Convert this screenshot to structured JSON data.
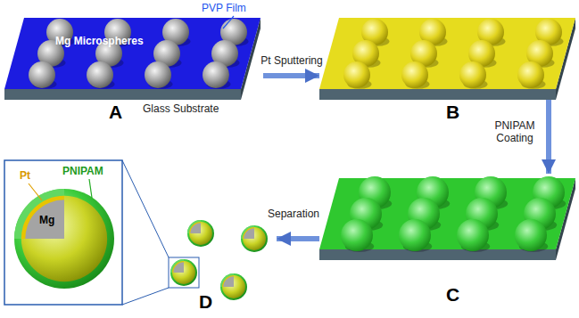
{
  "diagram": {
    "nodes": [
      {
        "text": [
          "A"
        ]
      },
      {
        "text": [
          "B"
        ]
      },
      {
        "text": [
          "C"
        ]
      },
      {
        "text": [
          "D"
        ]
      }
    ],
    "edges": [
      {
        "from": 0,
        "to": 1,
        "arrow": "to",
        "label": "Pt Sputtering"
      },
      {
        "from": 1,
        "to": 2,
        "arrow": "to",
        "label": "PNIPAM Coating"
      },
      {
        "from": 2,
        "to": 3,
        "arrow": "to",
        "label": "Separation"
      }
    ],
    "labels": [
      "Mg Microspheres",
      "PVP Film",
      "Glass Substrate",
      "Pt",
      "PNIPAM",
      "Mg"
    ]
  }
}
